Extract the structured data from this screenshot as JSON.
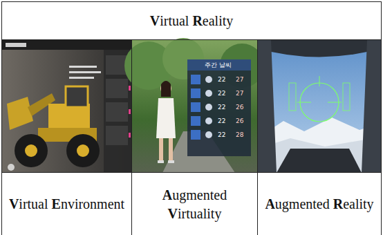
{
  "diagram": {
    "nodes": [
      {
        "text": [
          "Virtual Reality"
        ]
      },
      {
        "text": [
          "Virtual Environment"
        ]
      },
      {
        "text": [
          "Augmented Virtuality"
        ]
      },
      {
        "text": [
          "Augmented Reality"
        ]
      }
    ],
    "labels": [
      "주간 날씨",
      "22",
      "27",
      "22",
      "27",
      "22",
      "26",
      "22",
      "26",
      "22",
      "28"
    ]
  }
}
